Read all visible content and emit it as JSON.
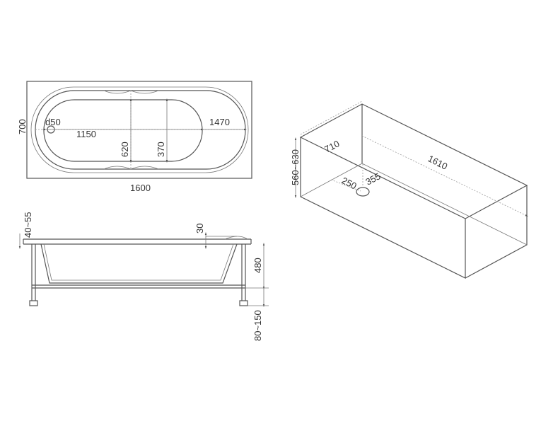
{
  "top_view": {
    "width_label": "1600",
    "height_label": "700",
    "drain_label": "d50",
    "inner_length_label": "1150",
    "outer_inner_length_label": "1470",
    "inner_width_label": "620",
    "half_width_label": "370"
  },
  "side_view": {
    "rim_label": "40~55",
    "rim_thickness_label": "30",
    "depth_label": "480",
    "legs_label": "80~150"
  },
  "iso_view": {
    "height_label": "560~630",
    "width_label": "710",
    "length_label": "1610",
    "drain_x_label": "250",
    "drain_y_label": "355"
  }
}
